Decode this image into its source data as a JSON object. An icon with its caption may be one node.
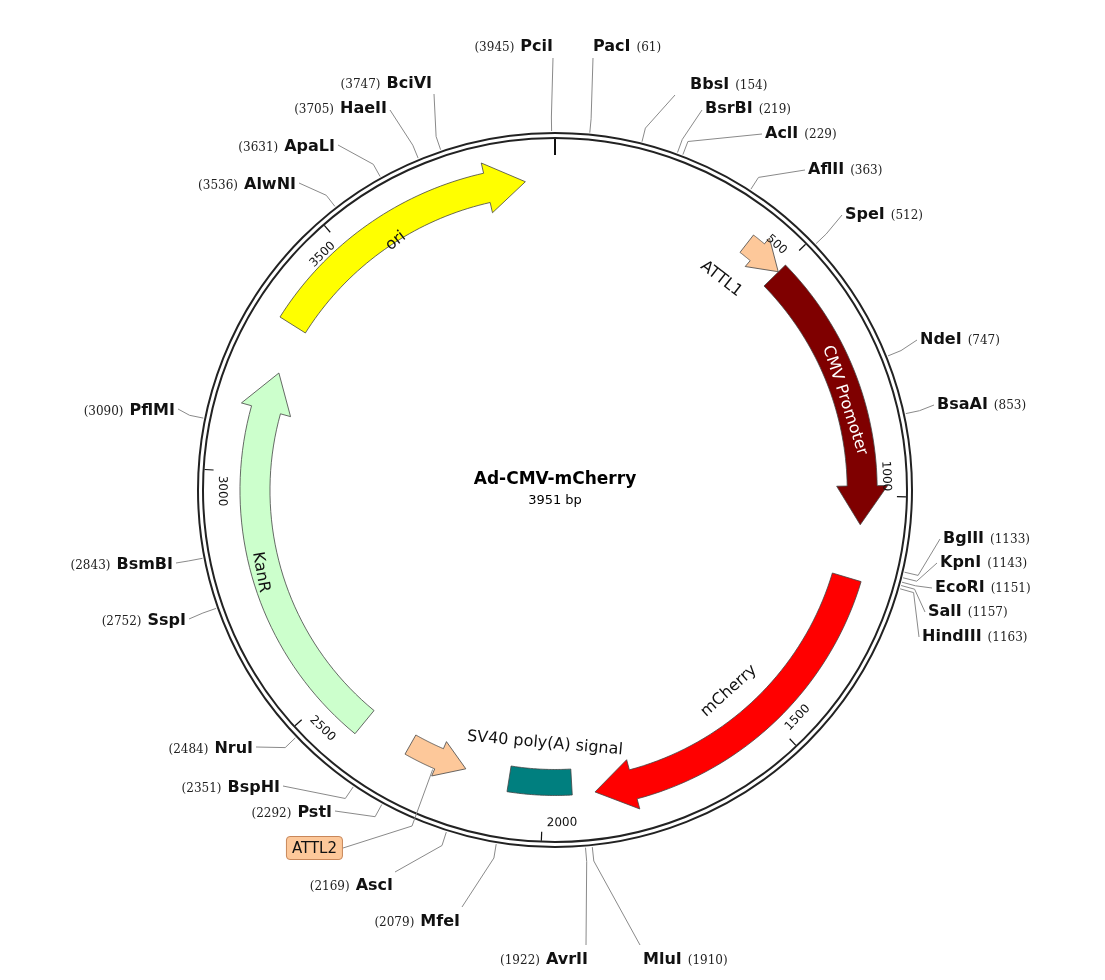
{
  "diagram": {
    "title": "Ad-CMV-mCherry",
    "nodes": [
      {
        "text": [
          "(3945)",
          "PciI"
        ]
      },
      {
        "text": [
          "PacI",
          "(61)"
        ]
      },
      {
        "text": [
          "BbsI",
          "(154)"
        ]
      },
      {
        "text": [
          "BsrBI",
          "(219)"
        ]
      },
      {
        "text": [
          "AclI",
          "(229)"
        ]
      },
      {
        "text": [
          "AflII",
          "(363)"
        ]
      },
      {
        "text": [
          "SpeI",
          "(512)"
        ]
      },
      {
        "text": [
          "NdeI",
          "(747)"
        ]
      },
      {
        "text": [
          "BsaAI",
          "(853)"
        ]
      },
      {
        "text": [
          "BglII",
          "(1133)"
        ]
      },
      {
        "text": [
          "KpnI",
          "(1143)"
        ]
      },
      {
        "text": [
          "EcoRI",
          "(1151)"
        ]
      },
      {
        "text": [
          "SalI",
          "(1157)"
        ]
      },
      {
        "text": [
          "HindIII",
          "(1163)"
        ]
      },
      {
        "text": [
          "MluI",
          "(1910)"
        ]
      },
      {
        "text": [
          "(1922)",
          "AvrII"
        ]
      },
      {
        "text": [
          "(2079)",
          "MfeI"
        ]
      },
      {
        "text": [
          "(2169)",
          "AscI"
        ]
      },
      {
        "text": [
          "ATTL2"
        ]
      },
      {
        "text": [
          "(2292)",
          "PstI"
        ]
      },
      {
        "text": [
          "(2351)",
          "BspHI"
        ]
      },
      {
        "text": [
          "(2484)",
          "NruI"
        ]
      },
      {
        "text": [
          "(2752)",
          "SspI"
        ]
      },
      {
        "text": [
          "(2843)",
          "BsmBI"
        ]
      },
      {
        "text": [
          "(3090)",
          "PflMI"
        ]
      },
      {
        "text": [
          "(3536)",
          "AlwNI"
        ]
      },
      {
        "text": [
          "(3631)",
          "ApaLI"
        ]
      },
      {
        "text": [
          "(3705)",
          "HaeII"
        ]
      },
      {
        "text": [
          "(3747)",
          "BciVI"
        ]
      },
      {
        "text": [
          "ori"
        ]
      },
      {
        "text": [
          "ATTL1"
        ]
      },
      {
        "text": [
          "CMV Promoter"
        ]
      },
      {
        "text": [
          "mCherry"
        ]
      },
      {
        "text": [
          "SV40 poly(A) signal"
        ]
      },
      {
        "text": [],
        "shape": "arrow"
      },
      {
        "text": [
          "KanR"
        ]
      }
    ],
    "edges": [
      {
        "from": 0,
        "to": null,
        "arrow": "none"
      },
      {
        "from": 1,
        "to": null,
        "arrow": "none"
      },
      {
        "from": 2,
        "to": null,
        "arrow": "none"
      },
      {
        "from": 3,
        "to": null,
        "arrow": "none"
      },
      {
        "from": 4,
        "to": null,
        "arrow": "none"
      },
      {
        "from": 5,
        "to": null,
        "arrow": "none"
      },
      {
        "from": 6,
        "to": null,
        "arrow": "none"
      },
      {
        "from": 7,
        "to": null,
        "arrow": "none"
      },
      {
        "from": 8,
        "to": null,
        "arrow": "none"
      },
      {
        "from": 9,
        "to": null,
        "arrow": "none"
      },
      {
        "from": 10,
        "to": null,
        "arrow": "none"
      },
      {
        "from": 11,
        "to": null,
        "arrow": "none"
      },
      {
        "from": 12,
        "to": null,
        "arrow": "none"
      },
      {
        "from": 13,
        "to": null,
        "arrow": "none"
      },
      {
        "from": 14,
        "to": null,
        "arrow": "none"
      },
      {
        "from": 15,
        "to": null,
        "arrow": "none"
      },
      {
        "from": 16,
        "to": null,
        "arrow": "none"
      },
      {
        "from": 17,
        "to": null,
        "arrow": "none"
      },
      {
        "from": 18,
        "to": 34,
        "arrow": "none"
      },
      {
        "from": 19,
        "to": null,
        "arrow": "none"
      },
      {
        "from": 20,
        "to": null,
        "arrow": "none"
      },
      {
        "from": 21,
        "to": null,
        "arrow": "none"
      },
      {
        "from": 22,
        "to": null,
        "arrow": "none"
      },
      {
        "from": 23,
        "to": null,
        "arrow": "none"
      },
      {
        "from": 24,
        "to": null,
        "arrow": "none"
      },
      {
        "from": 25,
        "to": null,
        "arrow": "none"
      },
      {
        "from": 26,
        "to": null,
        "arrow": "none"
      },
      {
        "from": 27,
        "to": null,
        "arrow": "none"
      },
      {
        "from": 28,
        "to": null,
        "arrow": "none"
      }
    ],
    "labels": [
      "3951 bp",
      "500",
      "1000",
      "1500",
      "2000",
      "2500",
      "3000",
      "3500"
    ]
  }
}
